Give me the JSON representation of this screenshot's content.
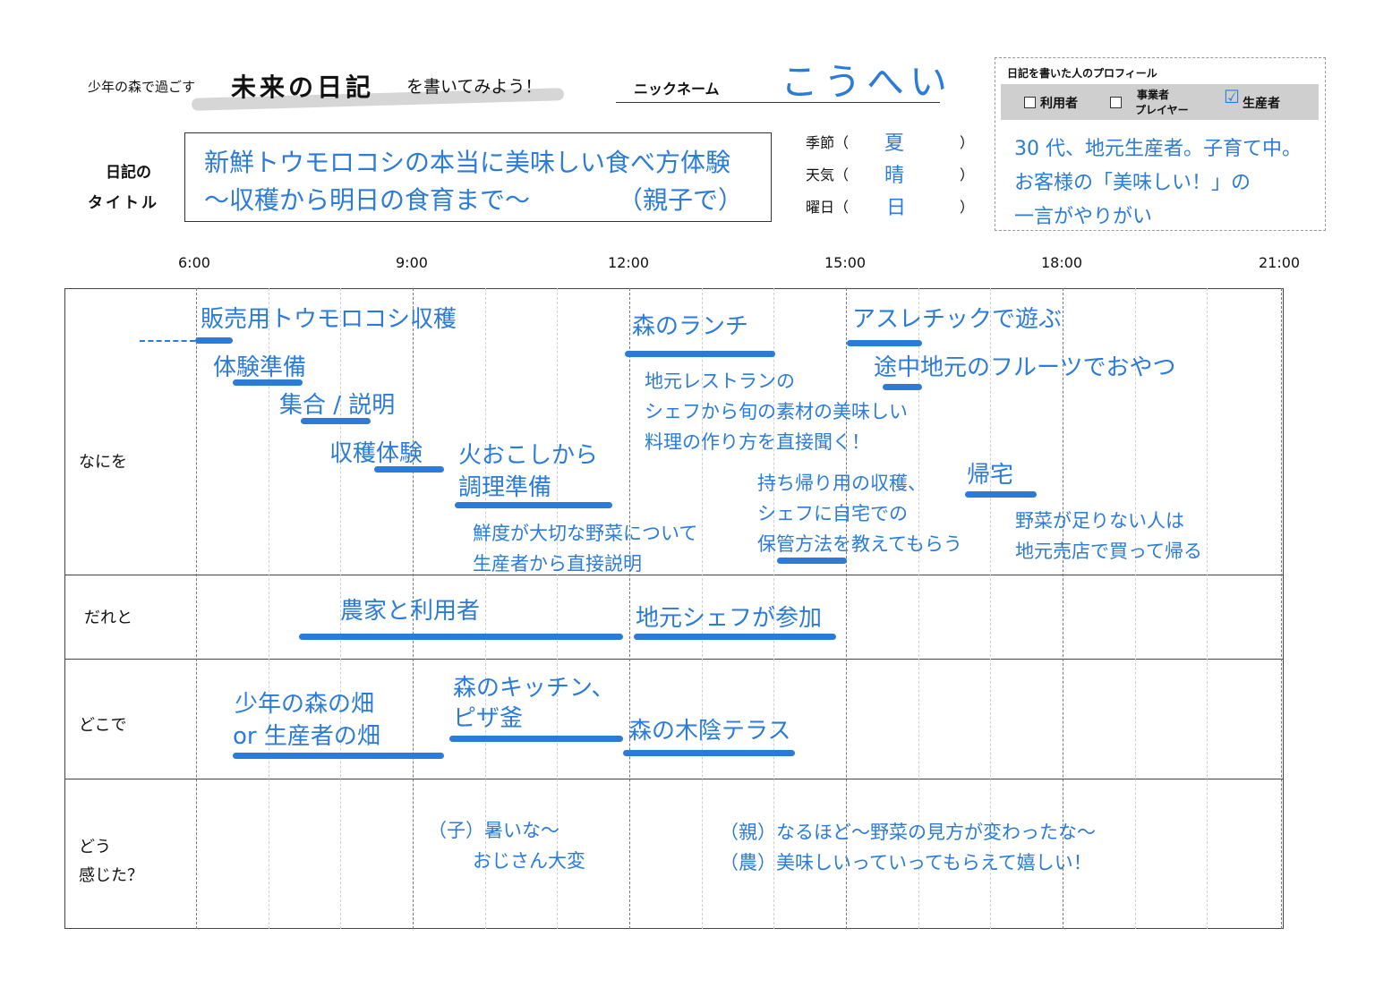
{
  "header": {
    "prefix": "少年の森で過ごす",
    "main_title": "未来の日記",
    "suffix": "を書いてみよう！",
    "nickname_label": "ニックネーム",
    "nickname": "こうへい"
  },
  "diary_title": {
    "label_line1": "日記の",
    "label_line2": "タイトル",
    "line1": "新鮮トウモロコシの本当に美味しい食べ方体験",
    "line2": "～収穫から明日の食育まで～",
    "line3": "（親子で）"
  },
  "conditions": [
    {
      "label": "季節（",
      "value": "夏",
      "close": "）"
    },
    {
      "label": "天気（",
      "value": "晴",
      "close": "）"
    },
    {
      "label": "曜日（",
      "value": "日",
      "close": "）"
    }
  ],
  "profile": {
    "heading": "日記を書いた人のプロフィール",
    "options": [
      {
        "label": "利用者",
        "checked": false
      },
      {
        "label_line1": "事業者",
        "label_line2": "プレイヤー",
        "checked": false
      },
      {
        "label": "生産者",
        "checked": true
      }
    ],
    "checkmark": "☑",
    "text_line1": "30 代、地元生産者。子育て中。",
    "text_line2": "お客様の「美味しい！」の",
    "text_line3": "一言がやりがい"
  },
  "timeline": {
    "ticks": [
      "6:00",
      "9:00",
      "12:00",
      "15:00",
      "18:00",
      "21:00"
    ]
  },
  "rows": {
    "what": "なにを",
    "who": "だれと",
    "where": "どこで",
    "feel_line1": "どう",
    "feel_line2": "感じた？"
  },
  "what_items": {
    "harvest_sale": "販売用トウモロコシ収穫",
    "prep": "体験準備",
    "meet": "集合 / 説明",
    "harvest_exp": "収穫体験",
    "fire_line1": "火おこしから",
    "fire_line2": "調理準備",
    "fire_note_line1": "鮮度が大切な野菜について",
    "fire_note_line2": "生産者から直接説明",
    "lunch": "森のランチ",
    "lunch_note_line1": "地元レストランの",
    "lunch_note_line2": "シェフから旬の素材の美味しい",
    "lunch_note_line3": "料理の作り方を直接聞く！",
    "athletic": "アスレチックで遊ぶ",
    "snack": "途中地元のフルーツでおやつ",
    "takehome_line1": "持ち帰り用の収穫、",
    "takehome_line2": "シェフに自宅での",
    "takehome_line3": "保管方法を教えてもらう",
    "home": "帰宅",
    "home_note_line1": "野菜が足りない人は",
    "home_note_line2": "地元売店で買って帰る"
  },
  "who_items": {
    "farmers": "農家と利用者",
    "chef": "地元シェフが参加"
  },
  "where_items": {
    "field_line1": "少年の森の畑",
    "field_line2": "or 生産者の畑",
    "kitchen_line1": "森のキッチン、",
    "kitchen_line2": "ピザ釜",
    "terrace": "森の木陰テラス"
  },
  "feel_items": {
    "child_line1": "（子）暑いな～",
    "child_line2": "おじさん大変",
    "parent": "（親）なるほど～野菜の見方が変わったな～",
    "farmer": "（農）美味しいっていってもらえて嬉しい！"
  },
  "colors": {
    "accent": "#2b7bd9",
    "profile_bar": "#cfcfcf"
  }
}
